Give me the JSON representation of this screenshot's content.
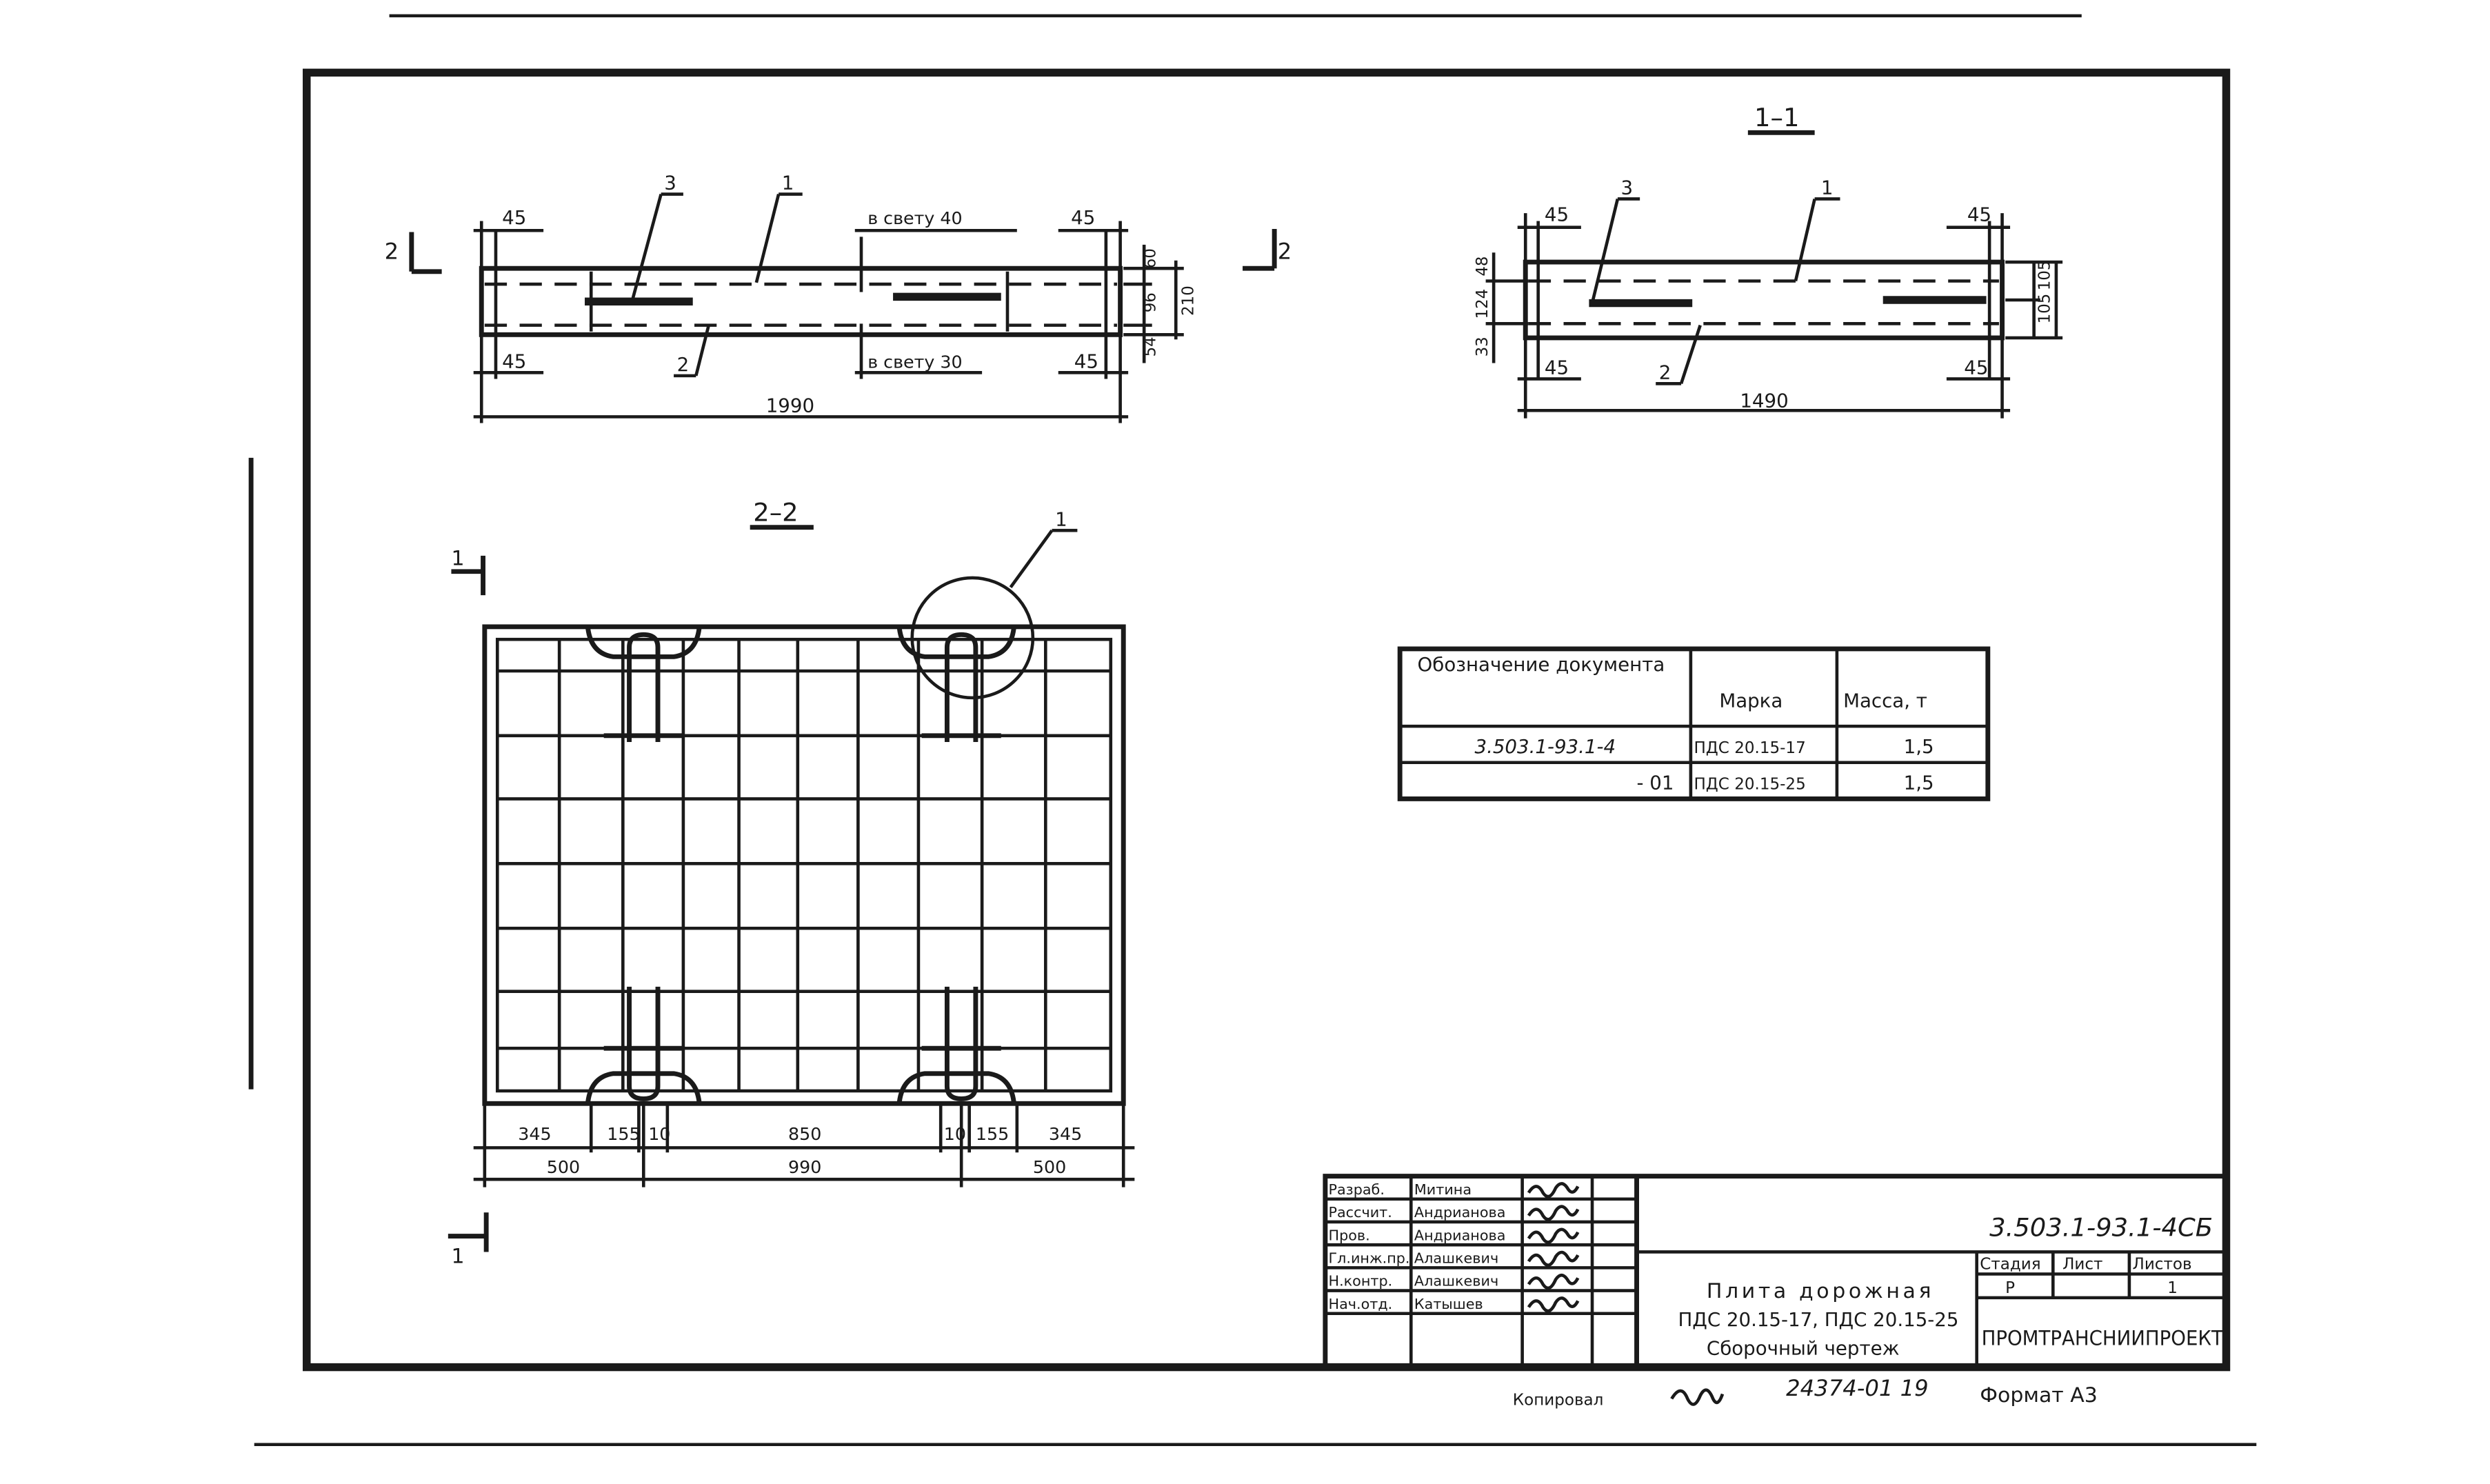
{
  "section_1_1": {
    "label": "1–1",
    "callouts": [
      "3",
      "1",
      "2"
    ],
    "dims": {
      "top_left": "45",
      "top_right": "45",
      "bottom_left": "45",
      "bottom_right": "45",
      "right_a": "105",
      "right_b": "105",
      "left_a": "48",
      "left_b": "124",
      "left_c": "33",
      "overall": "1490"
    }
  },
  "section_2_end": {
    "cut_label": "2",
    "callouts": [
      "3",
      "1",
      "2"
    ],
    "dims": {
      "top_left": "45",
      "top_clear": "в свету 40",
      "top_right": "45",
      "bottom_left": "45",
      "bottom_clear": "в свету 30",
      "bottom_right": "45",
      "right_a": "60",
      "right_b": "96",
      "right_c": "54",
      "overall_h": "210",
      "overall": "1990"
    }
  },
  "plan_2_2": {
    "label": "2–2",
    "cut_label": "1",
    "callout": "1",
    "dims": {
      "row1": [
        "345",
        "155",
        "10",
        "850",
        "10",
        "155",
        "345"
      ],
      "row2": [
        "500",
        "990",
        "500"
      ]
    }
  },
  "spec_table": {
    "headers": [
      "Обозначение документа",
      "Марка",
      "Масса, т"
    ],
    "rows": [
      [
        "3.503.1-93.1-4",
        "ПДС 20.15-17",
        "1,5"
      ],
      [
        "- 01",
        "ПДС 20.15-25",
        "1,5"
      ]
    ]
  },
  "title_block": {
    "code": "3.503.1-93.1-4СБ",
    "roles": [
      "Разраб.",
      "Рассчит.",
      "Пров.",
      "Гл.инж.пр.",
      "Н.контр.",
      "Нач.отд."
    ],
    "names": [
      "Митина",
      "Андрианова",
      "Андрианова",
      "Алашкевич",
      "Алашкевич",
      "Катышев"
    ],
    "title_line1": "Плита дорожная",
    "title_line2": "ПДС 20.15-17, ПДС 20.15-25",
    "title_line3": "Сборочный чертеж",
    "stage_header": "Стадия",
    "sheet_header": "Лист",
    "sheets_header": "Листов",
    "stage": "Р",
    "sheets": "1",
    "org": "ПРОМТРАНСНИИПРОЕКТ"
  },
  "footer": {
    "copied": "Копировал",
    "number": "24374-01 19",
    "format": "Формат А3"
  }
}
